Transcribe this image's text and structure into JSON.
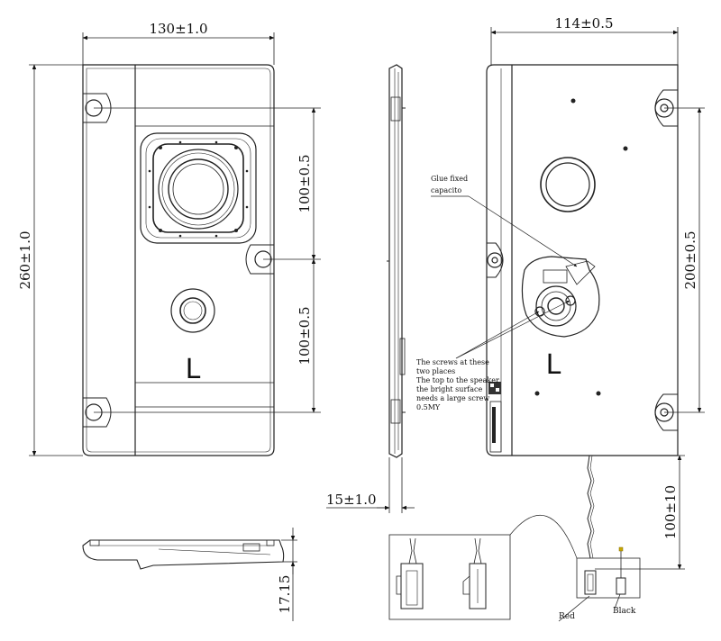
{
  "drawing": {
    "front_view": {
      "width_dim": "130±1.0",
      "height_dim": "260±1.0",
      "hole_spacing_upper": "100±0.5",
      "hole_spacing_lower": "100±0.5",
      "marking": "L"
    },
    "side_view": {
      "thickness_dim": "15±1.0"
    },
    "back_view": {
      "width_dim": "114±0.5",
      "hole_spacing_dim": "200±0.5",
      "lead_length_dim": "100±10",
      "marking": "L",
      "glue_note": [
        "Glue fixed",
        "capacito"
      ],
      "screw_note": [
        "The screws at these",
        "two places",
        "The top to the speaker",
        "the bright surface",
        "needs a large screw",
        "0.5MY"
      ]
    },
    "bottom_view": {
      "height_dim": "17.15"
    },
    "connector": {
      "red_label": "Red",
      "black_label": "Black"
    }
  }
}
